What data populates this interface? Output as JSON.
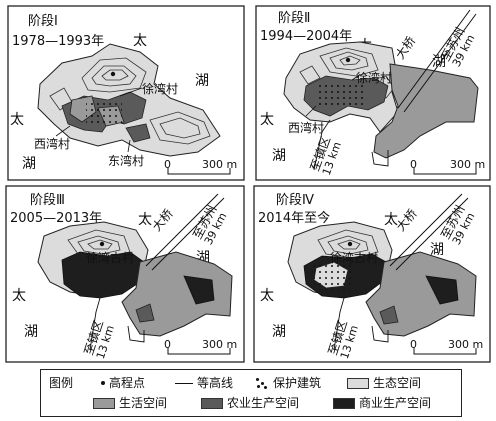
{
  "panels": [
    {
      "stage": "阶段Ⅰ",
      "period": "1978—1993年",
      "labels": {
        "lake_a": "太",
        "lake_b": "湖",
        "lake_c": "太",
        "lake_d": "湖",
        "village1": "徐湾村",
        "village2": "西湾村",
        "village3": "东湾村"
      },
      "scale": {
        "zero": "0",
        "dist": "300 m"
      }
    },
    {
      "stage": "阶段Ⅱ",
      "period": "1994—2004年",
      "labels": {
        "lake_a": "太",
        "lake_b": "湖",
        "lake_c": "太",
        "lake_d": "湖",
        "village1": "徐湾村",
        "village2": "西湾村",
        "bridge": "大桥",
        "suzhou": "至苏州",
        "suzhou_km": "39 km",
        "town": "至镇区",
        "town_km": "13 km"
      },
      "scale": {
        "zero": "0",
        "dist": "300 m"
      }
    },
    {
      "stage": "阶段Ⅲ",
      "period": "2005—2013年",
      "labels": {
        "lake_a": "太",
        "lake_b": "湖",
        "lake_c": "太",
        "lake_d": "湖",
        "village1": "徐湾古村",
        "bridge": "大桥",
        "suzhou": "至苏州",
        "suzhou_km": "39 km",
        "town": "至镇区",
        "town_km": "13 km"
      },
      "scale": {
        "zero": "0",
        "dist": "300 m"
      }
    },
    {
      "stage": "阶段Ⅳ",
      "period": "2014年至今",
      "labels": {
        "lake_a": "太",
        "lake_b": "湖",
        "lake_c": "太",
        "lake_d": "湖",
        "village1": "徐湾古村",
        "bridge": "大桥",
        "suzhou": "至苏州",
        "suzhou_km": "39 km",
        "town": "至镇区",
        "town_km": "13 km"
      },
      "scale": {
        "zero": "0",
        "dist": "300 m"
      }
    }
  ],
  "legend": {
    "title": "图例",
    "items": [
      "高程点",
      "等高线",
      "保护建筑",
      "生态空间",
      "生活空间",
      "农业生产空间",
      "商业生产空间"
    ]
  },
  "colors": {
    "ecological": "#dcdcdc",
    "living": "#9a9a9a",
    "agricultural": "#5a5a5a",
    "commercial": "#1e1e1e"
  }
}
